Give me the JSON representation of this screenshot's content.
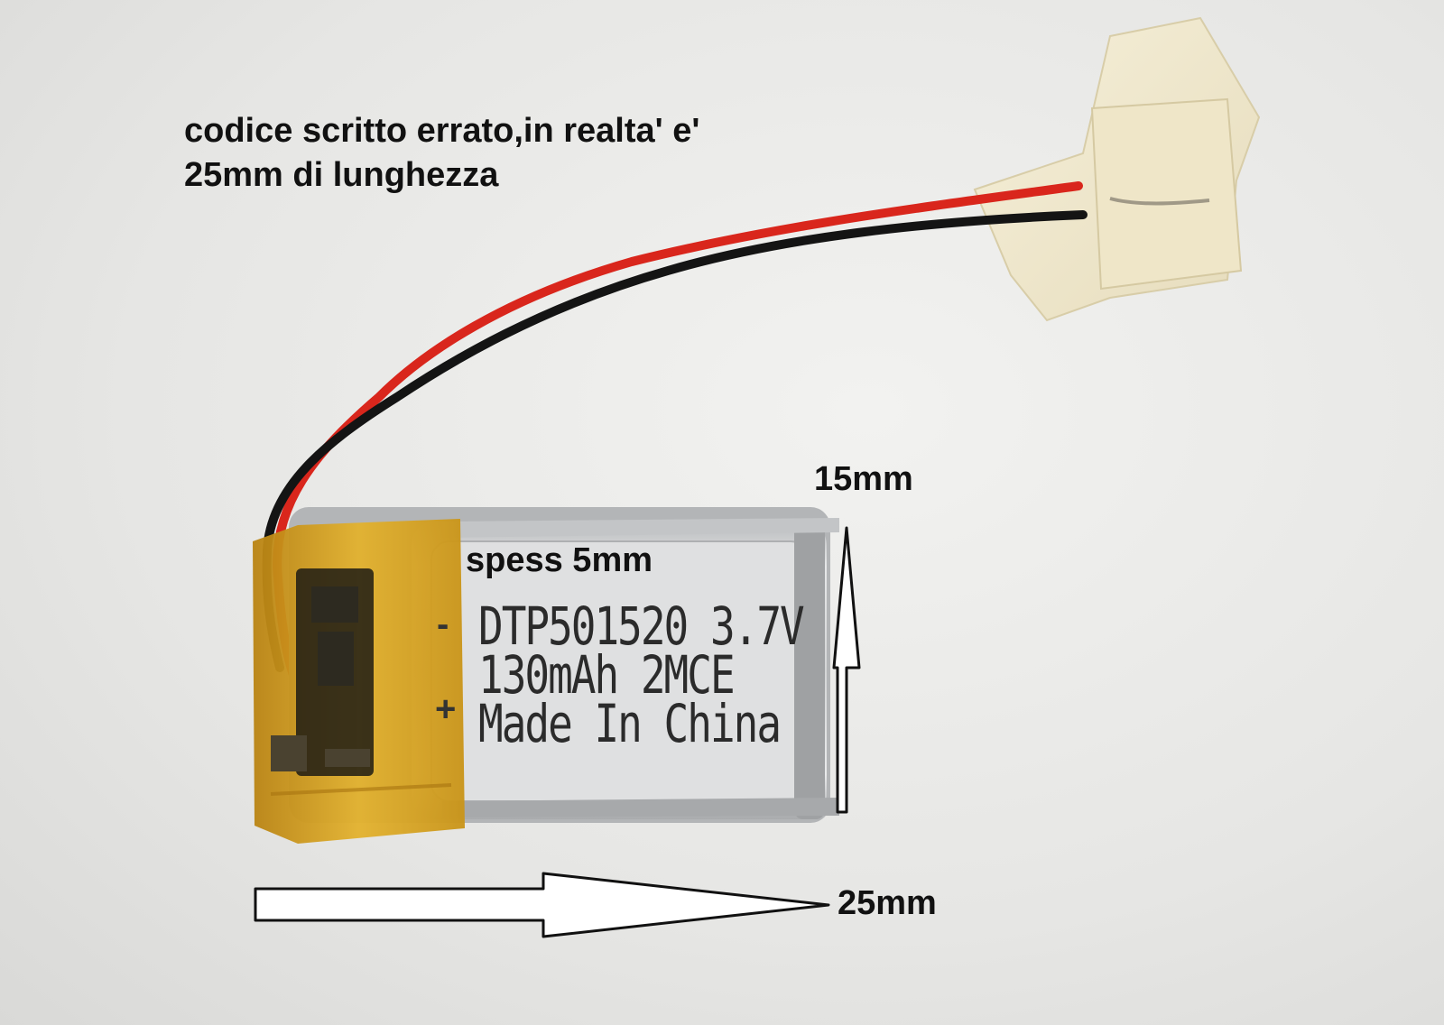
{
  "annotations": {
    "note_line1": "codice scritto errato,in realta' e'",
    "note_line2": "25mm di lunghezza",
    "height": "15mm",
    "thickness": "spess 5mm",
    "length": "25mm"
  },
  "battery_label": {
    "line1": "DTP501520 3.7V",
    "line2": "130mAh 2MCE",
    "line3": "Made In China",
    "negative": "-",
    "positive": "+"
  },
  "colors": {
    "background": "#e9e9e7",
    "cell": "#c9cbcd",
    "kapton": "#d9a21c",
    "red_wire": "#d9261c",
    "black_wire": "#141414",
    "tape": "#f2ead2"
  }
}
